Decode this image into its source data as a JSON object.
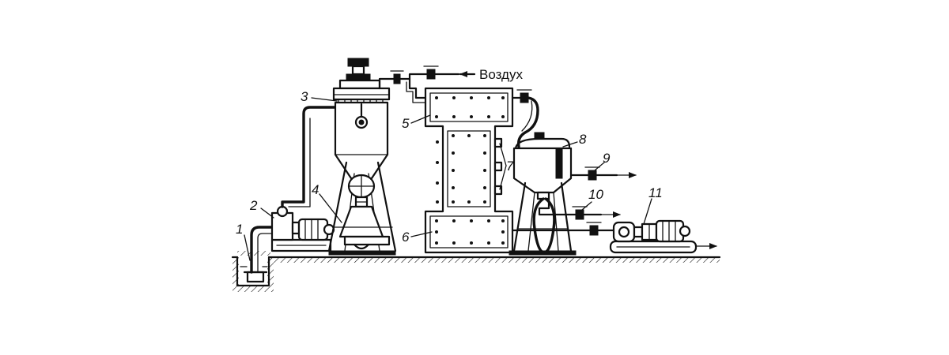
{
  "air_label": "Воздух",
  "callouts": [
    {
      "id": "1",
      "text": "1"
    },
    {
      "id": "2",
      "text": "2"
    },
    {
      "id": "3",
      "text": "3"
    },
    {
      "id": "4",
      "text": "4"
    },
    {
      "id": "5",
      "text": "5"
    },
    {
      "id": "6",
      "text": "6"
    },
    {
      "id": "7",
      "text": "7"
    },
    {
      "id": "8",
      "text": "8"
    },
    {
      "id": "9",
      "text": "9"
    },
    {
      "id": "10",
      "text": "10"
    },
    {
      "id": "11",
      "text": "11"
    }
  ],
  "colors": {
    "ink": "#111111",
    "background": "#ffffff"
  }
}
